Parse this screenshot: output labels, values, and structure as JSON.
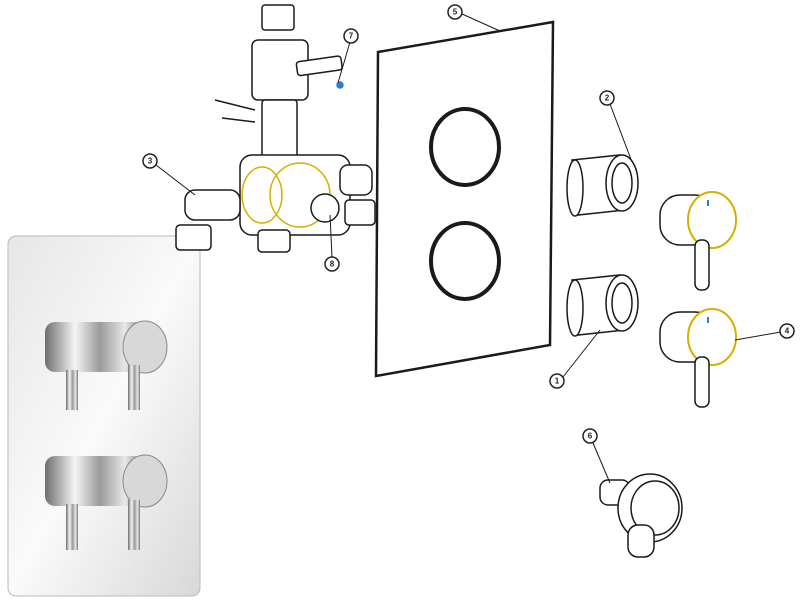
{
  "diagram": {
    "type": "exploded-parts-diagram",
    "callouts": [
      {
        "label": "7",
        "part": "diverter-spindle"
      },
      {
        "label": "5",
        "part": "faceplate"
      },
      {
        "label": "2",
        "part": "shroud-upper"
      },
      {
        "label": "3",
        "part": "elbow-outlet-valve"
      },
      {
        "label": "8",
        "part": "thermostatic-cartridge"
      },
      {
        "label": "4",
        "part": "control-handle"
      },
      {
        "label": "1",
        "part": "shroud-lower"
      },
      {
        "label": "6",
        "part": "wall-outlet-elbow"
      }
    ],
    "colors": {
      "line": "#1a1a1a",
      "chrome": "#c9c9c9",
      "highlight": "#d4b000",
      "accent": "#2a7fd4"
    }
  }
}
